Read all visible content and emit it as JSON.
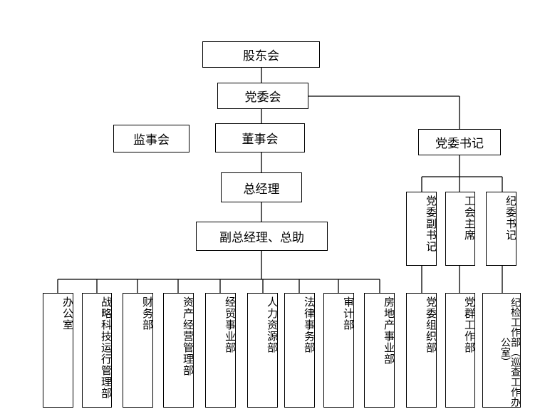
{
  "nodes": {
    "shareholders": "股东会",
    "party_committee": "党委会",
    "supervisory_board": "监事会",
    "board_of_directors": "董事会",
    "party_secretary": "党委书记",
    "general_manager": "总经理",
    "deputy_gm": "副总经理、总助",
    "deputy_party_secretary": "党委副书记",
    "union_chair": "工会主席",
    "discipline_secretary": "纪委书记"
  },
  "departments": [
    "办公室",
    "战略科技运行管理部",
    "财务部",
    "资产经营管理部",
    "经贸事业部",
    "人力资源部",
    "法律事务部",
    "审计部",
    "房地产事业部"
  ],
  "party_departments": [
    "党委组织部",
    "党群工作部",
    "纪检工作部（巡查工作办公室）"
  ]
}
